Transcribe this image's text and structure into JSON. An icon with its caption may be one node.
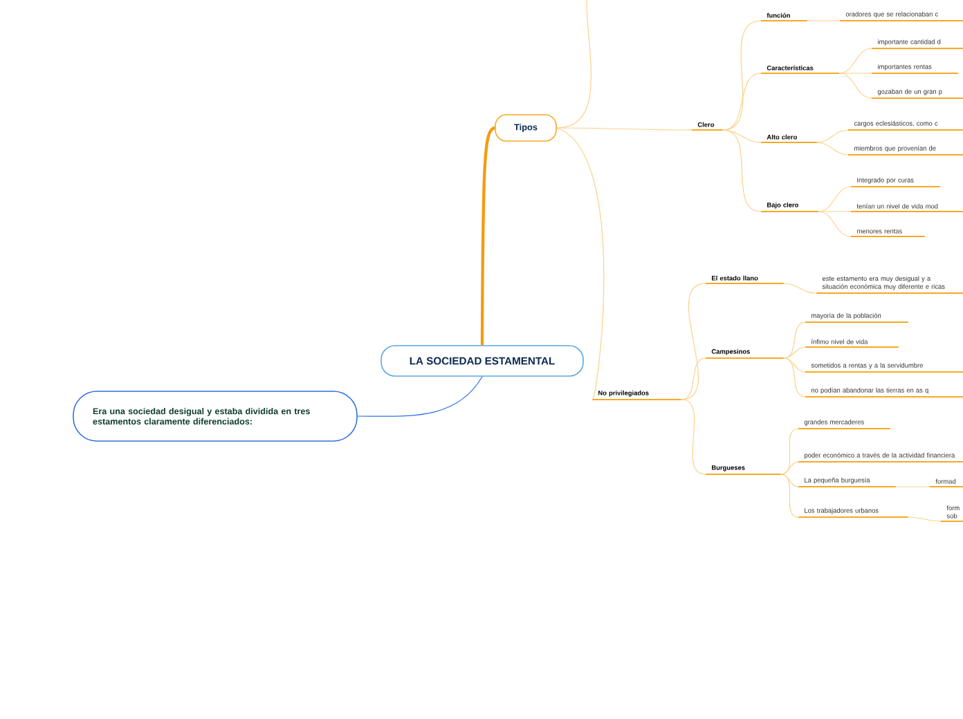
{
  "diagram": {
    "nodes": [
      {
        "text": [
          "LA SOCIEDAD ESTAMENTAL"
        ]
      },
      {
        "text": [
          "Tipos"
        ]
      },
      {
        "text": [
          "Era una sociedad desigual y estaba dividida en tres estamentos claramente diferenciados:"
        ]
      },
      {
        "text": [
          "Clero"
        ]
      },
      {
        "text": [
          "No privilegiados"
        ]
      },
      {
        "text": [
          "función"
        ]
      },
      {
        "text": [
          "oradores que se relacionaban c"
        ]
      },
      {
        "text": [
          "Características"
        ]
      },
      {
        "text": [
          "importante cantidad d"
        ]
      },
      {
        "text": [
          "importantes rentas"
        ]
      },
      {
        "text": [
          "gozaban de un gran p"
        ]
      },
      {
        "text": [
          "Alto clero"
        ]
      },
      {
        "text": [
          "cargos eclesiásticos, como c"
        ]
      },
      {
        "text": [
          "miembros que provenían de"
        ]
      },
      {
        "text": [
          "Bajo clero"
        ]
      },
      {
        "text": [
          "Integrado por curas"
        ]
      },
      {
        "text": [
          "tenían un nivel de vida mod"
        ]
      },
      {
        "text": [
          "menores rentas"
        ]
      },
      {
        "text": [
          "El estado llano"
        ]
      },
      {
        "text": [
          "este estamento era muy desigual y a situación económica muy diferente e ricas"
        ]
      },
      {
        "text": [
          "Campesinos"
        ]
      },
      {
        "text": [
          "mayoría de la población"
        ]
      },
      {
        "text": [
          "ínfimo nivel de vida"
        ]
      },
      {
        "text": [
          "sometidos a rentas y a la servidumbre"
        ]
      },
      {
        "text": [
          "no podían abandonar las tierras en as q"
        ]
      },
      {
        "text": [
          "Burgueses"
        ]
      },
      {
        "text": [
          "grandes mercaderes"
        ]
      },
      {
        "text": [
          "poder económico a través de la actividad financiera"
        ]
      },
      {
        "text": [
          "La pequeña burguesía"
        ]
      },
      {
        "text": [
          "formad"
        ]
      },
      {
        "text": [
          "Los trabajadores urbanos"
        ]
      },
      {
        "text": [
          "form sob"
        ]
      }
    ],
    "edges": [
      {
        "from": 0,
        "to": 1,
        "arrow": "none",
        "style": "thick",
        "color": "#f39c12"
      },
      {
        "from": 0,
        "to": 2,
        "arrow": "none",
        "color": "#2f6fe0"
      },
      {
        "from": 1,
        "to": null,
        "arrow": "none"
      },
      {
        "from": 1,
        "to": 3,
        "arrow": "none"
      },
      {
        "from": 1,
        "to": 4,
        "arrow": "none"
      },
      {
        "from": 3,
        "to": 5,
        "arrow": "none"
      },
      {
        "from": 5,
        "to": 6,
        "arrow": "none"
      },
      {
        "from": 3,
        "to": 7,
        "arrow": "none"
      },
      {
        "from": 7,
        "to": 8,
        "arrow": "none"
      },
      {
        "from": 7,
        "to": 9,
        "arrow": "none"
      },
      {
        "from": 7,
        "to": 10,
        "arrow": "none"
      },
      {
        "from": 3,
        "to": 11,
        "arrow": "none"
      },
      {
        "from": 11,
        "to": 12,
        "arrow": "none"
      },
      {
        "from": 11,
        "to": 13,
        "arrow": "none"
      },
      {
        "from": 3,
        "to": 14,
        "arrow": "none"
      },
      {
        "from": 14,
        "to": 15,
        "arrow": "none"
      },
      {
        "from": 14,
        "to": 16,
        "arrow": "none"
      },
      {
        "from": 14,
        "to": 17,
        "arrow": "none"
      },
      {
        "from": 4,
        "to": 18,
        "arrow": "none"
      },
      {
        "from": 18,
        "to": 19,
        "arrow": "none"
      },
      {
        "from": 4,
        "to": 20,
        "arrow": "none"
      },
      {
        "from": 20,
        "to": 21,
        "arrow": "none"
      },
      {
        "from": 20,
        "to": 22,
        "arrow": "none"
      },
      {
        "from": 20,
        "to": 23,
        "arrow": "none"
      },
      {
        "from": 20,
        "to": 24,
        "arrow": "none"
      },
      {
        "from": 4,
        "to": 25,
        "arrow": "none"
      },
      {
        "from": 25,
        "to": 26,
        "arrow": "none"
      },
      {
        "from": 25,
        "to": 27,
        "arrow": "none"
      },
      {
        "from": 25,
        "to": 28,
        "arrow": "none"
      },
      {
        "from": 28,
        "to": 29,
        "arrow": "none"
      },
      {
        "from": 25,
        "to": 30,
        "arrow": "none"
      },
      {
        "from": 30,
        "to": 31,
        "arrow": "none"
      }
    ]
  }
}
